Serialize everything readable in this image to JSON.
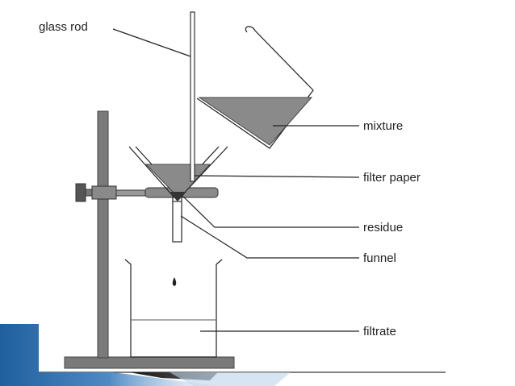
{
  "labels": {
    "glass_rod": "glass rod",
    "mixture": "mixture",
    "filter_paper": "filter paper",
    "residue": "residue",
    "funnel": "funnel",
    "filtrate": "filtrate"
  },
  "colors": {
    "liquid": "#8a8a8a",
    "stand_metal": "#7a7a7a",
    "stand_dark": "#555555",
    "accent_blue": "#2f6fb0",
    "accent_light": "#bcd3ea"
  }
}
